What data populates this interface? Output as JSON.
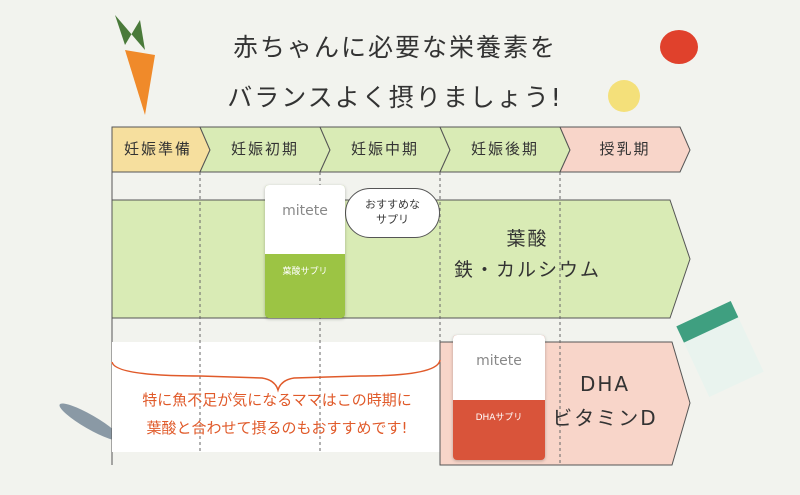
{
  "title": {
    "line1": "赤ちゃんに必要な栄養素を",
    "line2": "バランスよく摂りましょう!"
  },
  "timeline": {
    "stages": [
      "妊娠準備",
      "妊娠初期",
      "妊娠中期",
      "妊娠後期",
      "授乳期"
    ]
  },
  "colors": {
    "prep": "#f6df9e",
    "pregnancy": "#d9ebb5",
    "lactation": "#f8d5c9",
    "accent": "#e05a2a"
  },
  "green_band": {
    "nutrient1": "葉酸",
    "nutrient2": "鉄・カルシウム",
    "bubble_line1": "おすすめな",
    "bubble_line2": "サプリ",
    "product_logo": "mitete",
    "product_name": "葉酸サプリ"
  },
  "pink_band": {
    "nutrient1": "DHA",
    "nutrient2": "ビタミンD",
    "product_logo": "mitete",
    "product_name": "DHAサプリ"
  },
  "note": {
    "line1": "特に魚不足が気になるママはこの時期に",
    "line2": "葉酸と合わせて摂るのもおすすめです!"
  }
}
